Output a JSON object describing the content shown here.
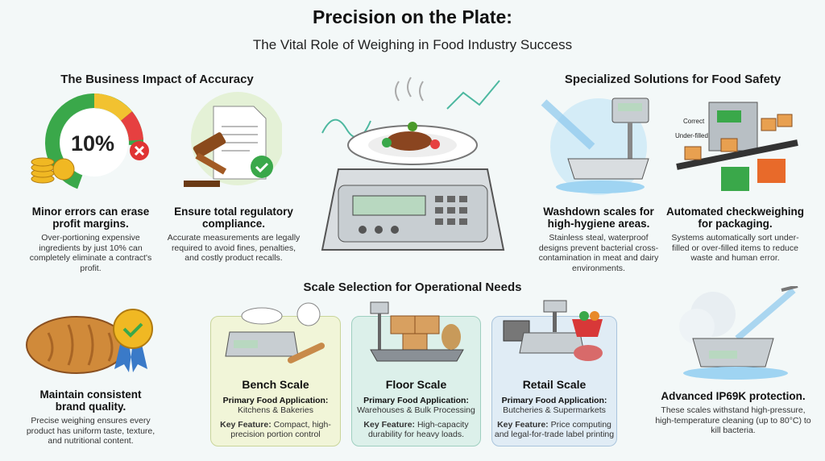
{
  "header": {
    "title": "Precision on the Plate:",
    "subtitle": "The Vital Role of Weighing in Food Industry Success"
  },
  "sections": {
    "left": "The Business Impact of Accuracy",
    "right": "Specialized Solutions for Food Safety",
    "middle": "Scale Selection for Operational Needs"
  },
  "gauge": {
    "label": "10%"
  },
  "cards": [
    {
      "title": "Minor errors can erase profit margins.",
      "body": "Over-portioning expensive ingredients by just 10% can completely eliminate a contract's profit."
    },
    {
      "title": "Ensure total regulatory compliance.",
      "body": "Accurate measurements are legally required to avoid fines, penalties, and costly product recalls."
    },
    {
      "title": "Washdown scales for high-hygiene areas.",
      "body": "Stainless steal, waterproof designs prevent bacterial cross-contamination in meat and dairy environments."
    },
    {
      "title": "Automated checkweighing for packaging.",
      "body": "Systems automatically sort under-filled or over-filled items to reduce waste and human error."
    },
    {
      "title": "Maintain consistent brand quality.",
      "body": "Precise weighing ensures every product has uniform taste, texture, and nutritional content."
    },
    {
      "title": "Advanced IP69K protection.",
      "body": "These scales withstand high-pressure, high-temperature cleaning (up to 80°C) to kill bacteria."
    }
  ],
  "checkweigh": {
    "correct": "Correct",
    "under": "Under-filled"
  },
  "scales": [
    {
      "name": "Bench Scale",
      "app_label": "Primary Food Application:",
      "app": "Kitchens & Bakeries",
      "feat_label": "Key Feature:",
      "feat": "Compact, high-precision portion control",
      "color": "#f1f5d8",
      "border": "#c9d59a"
    },
    {
      "name": "Floor Scale",
      "app_label": "Primary Food Application:",
      "app": "Warehouses & Bulk Processing",
      "feat_label": "Key Feature:",
      "feat": "High-capacity durability for heavy loads.",
      "color": "#dcf0ea",
      "border": "#9fcfc0"
    },
    {
      "name": "Retail Scale",
      "app_label": "Primary Food Application:",
      "app": "Butcheries & Supermarkets",
      "feat_label": "Key Feature:",
      "feat": "Price computing and legal-for-trade label printing",
      "color": "#e0ecf5",
      "border": "#a9c4dc"
    }
  ]
}
